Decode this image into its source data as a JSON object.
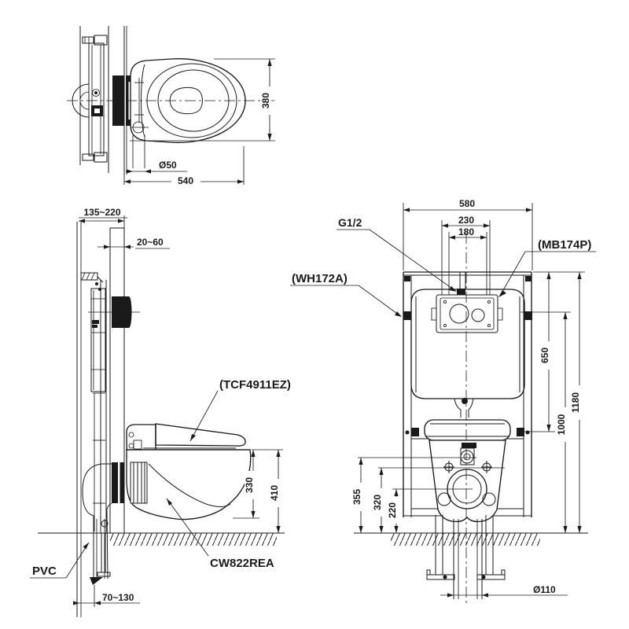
{
  "page": {
    "background": "#ffffff",
    "ink": "#1a1a1a",
    "type": "toilet installation technical drawing"
  },
  "views": {
    "top": {
      "dims": {
        "width": "380",
        "supply_hole": "Ø50",
        "length": "540"
      }
    },
    "side": {
      "dims": {
        "wall_depth": "135~220",
        "panel_thickness": "20~60",
        "bowl_bottom_height": "330",
        "rim_height": "410",
        "drain_offset": "70~130"
      },
      "labels": {
        "washlet_model": "(TCF4911EZ)",
        "bowl_model": "CW822REA",
        "drain_material": "PVC"
      }
    },
    "front": {
      "dims": {
        "frame_width": "580",
        "opening_width": "230",
        "bolt_pitch": "180",
        "tank_height": "650",
        "inlet_height": "1000",
        "frame_height": "1180",
        "flush_pipe_height": "355",
        "bolt_height": "320",
        "drain_center_height": "220",
        "drain_pipe": "Ø110"
      },
      "labels": {
        "water_supply": "G1/2",
        "flush_plate_model": "(MB174P)",
        "frame_model": "(WH172A)"
      }
    }
  }
}
